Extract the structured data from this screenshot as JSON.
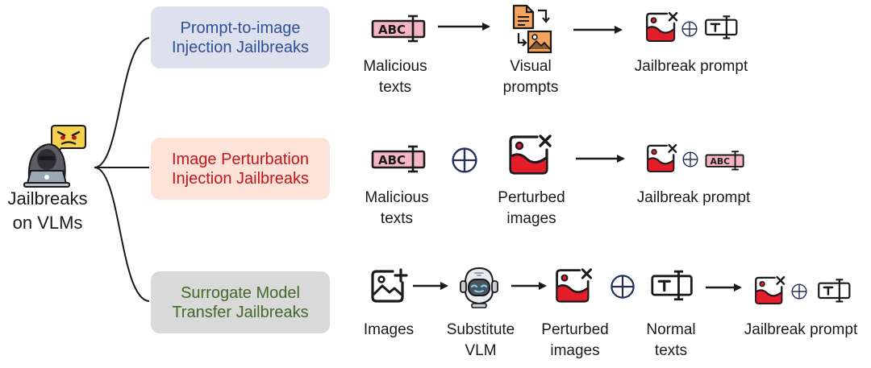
{
  "root": {
    "line1": "Jailbreaks",
    "line2": "on VLMs"
  },
  "colors": {
    "cat1_bg": "#dde1ee",
    "cat1_text": "#2f4f95",
    "cat2_bg": "#fde3d7",
    "cat2_text": "#c0161d",
    "cat3_bg": "#d9d9d9",
    "cat3_text": "#3f6a26",
    "accent_red": "#e31e2a",
    "text_box_pink": "#f4b6c4",
    "ink": "#1a1a1a"
  },
  "categories": [
    {
      "line1": "Prompt-to-image",
      "line2": "Injection Jailbreaks",
      "items": [
        {
          "icon": "malicious-text-icon",
          "line1": "Malicious",
          "line2": "texts"
        },
        {
          "icon": "visual-prompt-icon",
          "line1": "Visual",
          "line2": "prompts"
        },
        {
          "icon": "jailbreak-prompt-icon",
          "line1": "Jailbreak prompt"
        }
      ]
    },
    {
      "line1": "Image Perturbation",
      "line2": "Injection Jailbreaks",
      "items": [
        {
          "icon": "malicious-text-icon",
          "line1": "Malicious",
          "line2": "texts"
        },
        {
          "icon": "perturbed-image-icon",
          "line1": "Perturbed",
          "line2": "images"
        },
        {
          "icon": "jailbreak-prompt-icon",
          "line1": "Jailbreak prompt"
        }
      ]
    },
    {
      "line1": "Surrogate Model",
      "line2": "Transfer Jailbreaks",
      "items": [
        {
          "icon": "add-image-icon",
          "line1": "Images"
        },
        {
          "icon": "robot-icon",
          "line1": "Substitute",
          "line2": "VLM"
        },
        {
          "icon": "perturbed-image-icon",
          "line1": "Perturbed",
          "line2": "images"
        },
        {
          "icon": "text-box-icon",
          "line1": "Normal",
          "line2": "texts"
        },
        {
          "icon": "jailbreak-prompt-icon",
          "line1": "Jailbreak prompt"
        }
      ]
    }
  ]
}
